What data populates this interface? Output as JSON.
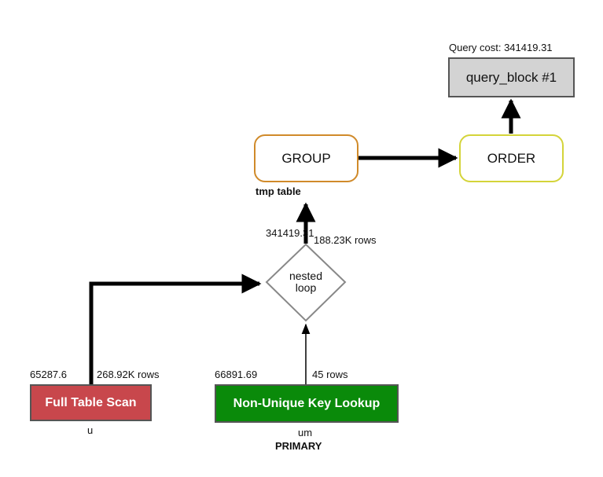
{
  "query_cost_label": "Query cost: 341419.31",
  "query_block": {
    "label": "query_block #1"
  },
  "order": {
    "label": "ORDER",
    "border_color": "#d4d43a"
  },
  "group": {
    "label": "GROUP",
    "border_color": "#d08a2a",
    "sublabel": "tmp table"
  },
  "nested_loop": {
    "line1": "nested",
    "line2": "loop",
    "cost": "341419.31",
    "rows": "188.23K rows"
  },
  "full_table_scan": {
    "label": "Full Table Scan",
    "color": "#c8474c",
    "cost": "65287.6",
    "rows": "268.92K rows",
    "table": "u"
  },
  "key_lookup": {
    "label": "Non-Unique Key Lookup",
    "color": "#0a8a0a",
    "cost": "66891.69",
    "rows": "45 rows",
    "table": "um",
    "key": "PRIMARY"
  }
}
